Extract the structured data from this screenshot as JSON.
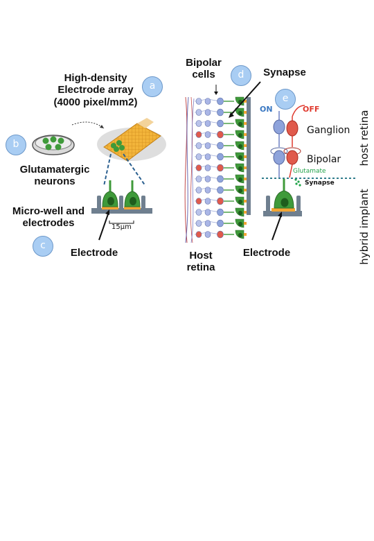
{
  "panel_a": {
    "title_line1": "High-density",
    "title_line2": "Electrode array",
    "title_line3": "(4000 pixel/mm2)",
    "badge": "a"
  },
  "panel_b": {
    "badge": "b",
    "label_line1": "Glutamatergic",
    "label_line2": "neurons"
  },
  "panel_c": {
    "badge": "c",
    "label_line1": "Micro-well and",
    "label_line2": "electrodes",
    "scale": "15µm",
    "electrode": "Electrode"
  },
  "panel_d": {
    "badge": "d",
    "bipolar_line1": "Bipolar",
    "bipolar_line2": "cells",
    "synapse": "Synapse",
    "host_line1": "Host",
    "host_line2": "retina",
    "electrode": "Electrode"
  },
  "panel_e": {
    "badge": "e",
    "on": "ON",
    "off": "OFF",
    "ganglion": "Ganglion",
    "bipolar": "Bipolar",
    "glutamate": "Glutamate",
    "synapse": "Synapse",
    "host_retina": "host retina",
    "hybrid_implant": "hybrid implant"
  },
  "colors": {
    "badge_fill": "#a9cdf3",
    "neuron_green": "#3f9a3a",
    "electrode_orange": "#f2a533",
    "on_blue": "#3a78c2",
    "off_red": "#e03a2f",
    "glutamate_green": "#22a34a",
    "divider_teal": "#2f7d8c"
  }
}
